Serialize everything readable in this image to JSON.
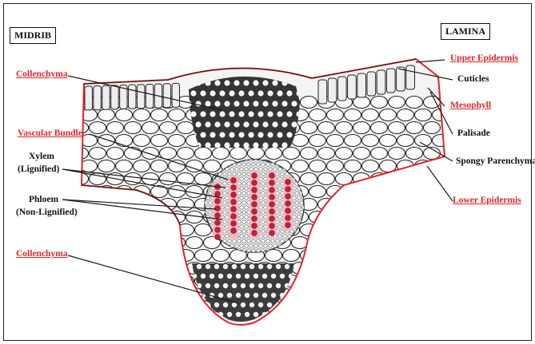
{
  "title_boxes": {
    "left": "MIDRIB",
    "right": "LAMINA"
  },
  "labels": {
    "collenchyma_top": "Collenchyma",
    "vascular_bundle": "Vascular Bundle",
    "xylem_line1": "Xylem",
    "xylem_line2": "(Lignified)",
    "phloem_line1": "Phloem",
    "phloem_line2": "(Non-Lignified)",
    "collenchyma_bottom": "Collenchyma",
    "upper_epidermis": "Upper Epidermis",
    "cuticles": "Cuticles",
    "mesophyll": "Mesophyll",
    "palisade": "Palisade",
    "spongy_parenchyma": "Spongy Parenchyma",
    "lower_epidermis": "Lower Epidermis"
  },
  "colors": {
    "highlight_label": "#e0262a",
    "plain_label": "#111111",
    "cuticle_outline": "#e0262a",
    "collenchyma_fill": "#3a3a3a",
    "phloem_tint": "#f4b6bf"
  }
}
